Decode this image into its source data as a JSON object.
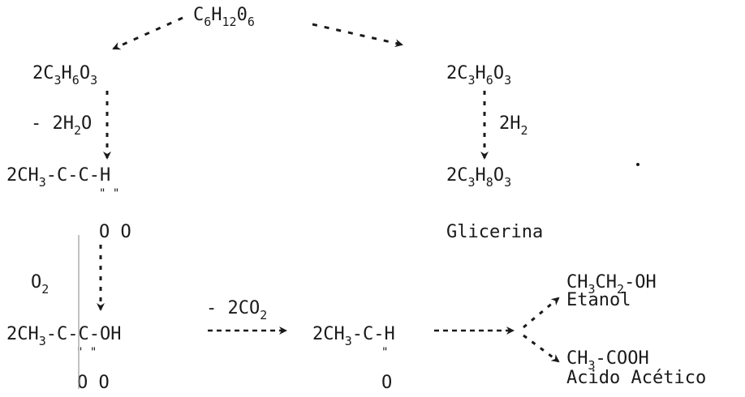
{
  "diagram": {
    "glucose": {
      "c": "C",
      "s1": "6",
      "h": "H",
      "s2": "12",
      "o": "0",
      "s3": "6"
    },
    "left_lactate": {
      "pre": "2C",
      "s1": "3",
      "h": "H",
      "s2": "6",
      "o": "O",
      "s3": "3"
    },
    "right_lactate": {
      "pre": "2C",
      "s1": "3",
      "h": "H",
      "s2": "6",
      "o": "O",
      "s3": "3"
    },
    "minus_water": {
      "pre": "- 2H",
      "s1": "2",
      "post": "O"
    },
    "plus_h2": {
      "pre": "2H",
      "s1": "2"
    },
    "glycerol_formula": {
      "pre": "2C",
      "s1": "3",
      "h": "H",
      "s2": "8",
      "o": "O",
      "s3": "3"
    },
    "glycerol_name": "Glicerina",
    "methylglyoxal": {
      "pre": "2CH",
      "s1": "3",
      "post": "-C-C-H",
      "dbl": "\"   \"",
      "oxy": "O  O"
    },
    "o2": {
      "pre": "O",
      "s1": "2"
    },
    "pyruvic": {
      "pre": "2CH",
      "s1": "3",
      "post": "-C-C-OH",
      "dbl": "\"  \"",
      "oxy": "O  O"
    },
    "minus_co2": {
      "pre": "- 2CO",
      "s1": "2"
    },
    "acetaldehyde": {
      "pre": "2CH",
      "s1": "3",
      "post": "-C-H",
      "dbl": "\"",
      "oxy": "O"
    },
    "ethanol_formula": {
      "pre": "CH",
      "s1": "3",
      "mid": "CH",
      "s2": "2",
      "post": "-OH"
    },
    "ethanol_name": "Etanol",
    "acetic_formula": {
      "pre": "CH",
      "s1": "3",
      "post": "-COOH"
    },
    "acetic_name": "Acido Acético"
  },
  "colors": {
    "ink": "#1a1a1a"
  }
}
